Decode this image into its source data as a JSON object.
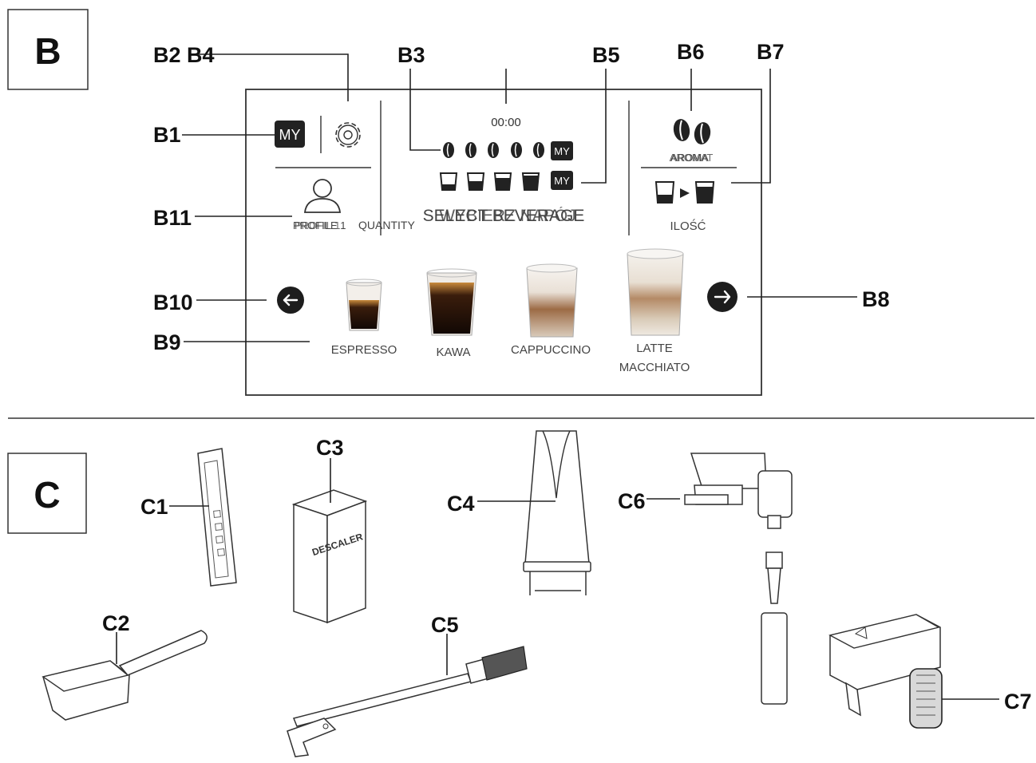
{
  "sections": {
    "b": {
      "letter": "B"
    },
    "c": {
      "letter": "C"
    }
  },
  "labels": {
    "b1": "B1",
    "b2b4": "B2 B4",
    "b3": "B3",
    "b5": "B5",
    "b6": "B6",
    "b7": "B7",
    "b8": "B8",
    "b9": "B9",
    "b10": "B10",
    "b11": "B11",
    "c1": "C1",
    "c2": "C2",
    "c3": "C3",
    "c4": "C4",
    "c5": "C5",
    "c6": "C6",
    "c7": "C7"
  },
  "screen": {
    "my_badge": "MY",
    "timer": "00:00",
    "profile_en": "PROFILE 1",
    "profile_pl": "PROFIL 1",
    "quantity": "QUANTITY",
    "select_en": "SELECT BEVERAGE",
    "select_pl": "WYBIERZ NAPÓJ",
    "aroma_en": "AROMA",
    "aroma_pl": "AROMAT",
    "ilosc": "ILOŚĆ",
    "beverages": [
      "ESPRESSO",
      "KAWA",
      "CAPPUCCINO",
      "LATTE",
      "MACCHIATO"
    ]
  },
  "descaler_text": "DESCALER",
  "icons": [
    "gear-icon",
    "user-icon",
    "coffee-bean-icon",
    "cup-icon",
    "arrow-left-icon",
    "arrow-right-icon"
  ]
}
